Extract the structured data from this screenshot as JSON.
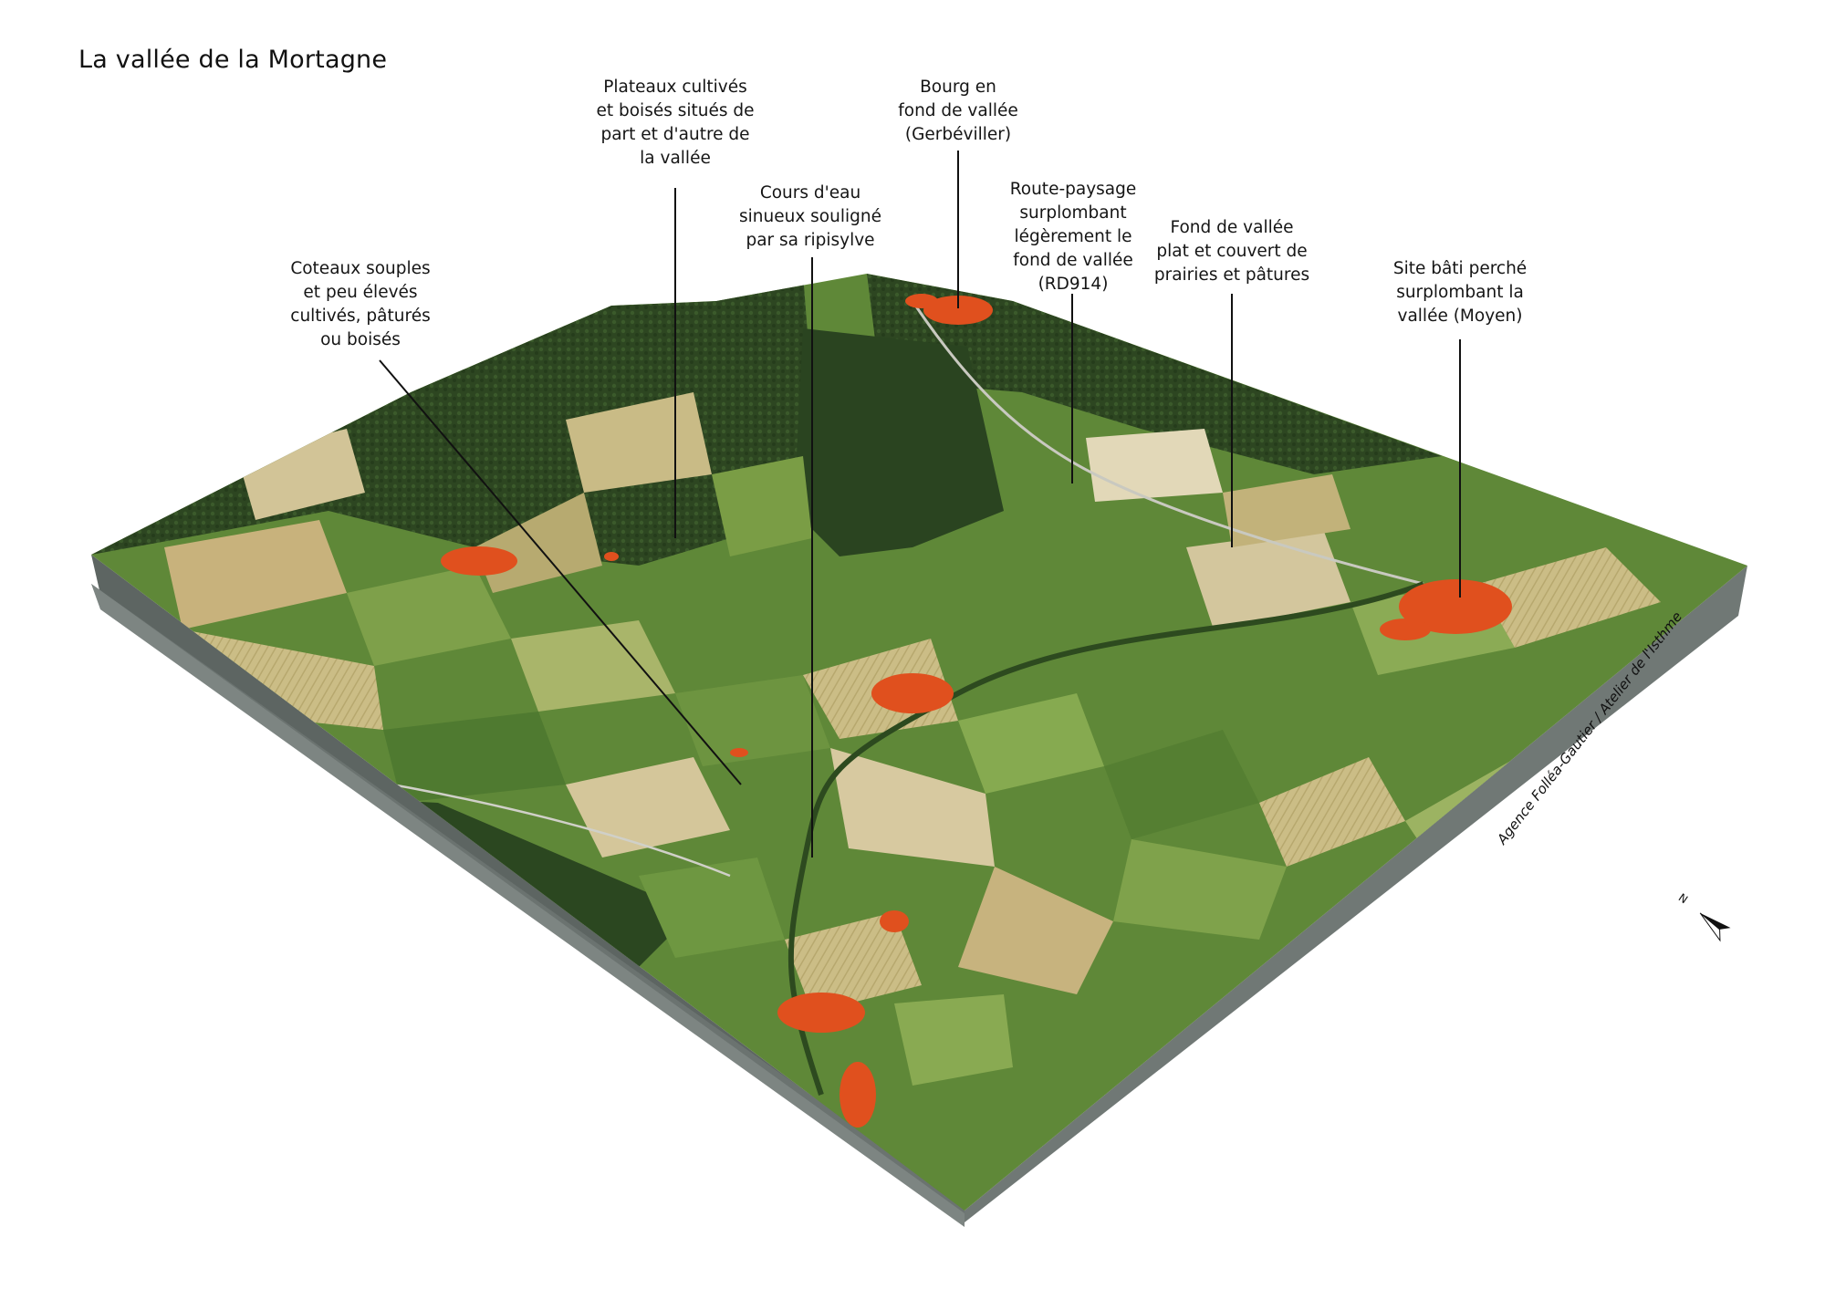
{
  "title": "La vallée de la Mortagne",
  "annotations": [
    {
      "id": "coteaux",
      "lines": [
        "Coteaux souples",
        "et peu élevés",
        "cultivés, pâturés",
        "ou boisés"
      ]
    },
    {
      "id": "plateaux",
      "lines": [
        "Plateaux cultivés",
        "et boisés situés de",
        "part et d'autre de",
        "la vallée"
      ]
    },
    {
      "id": "cours-eau",
      "lines": [
        "Cours d'eau",
        "sinueux souligné",
        "par sa ripisylve"
      ]
    },
    {
      "id": "bourg",
      "lines": [
        "Bourg en",
        "fond de vallée",
        "(Gerbéviller)"
      ]
    },
    {
      "id": "route",
      "lines": [
        "Route-paysage",
        "surplombant",
        "légèrement le",
        "fond de vallée",
        "(RD914)"
      ]
    },
    {
      "id": "fond",
      "lines": [
        "Fond de vallée",
        "plat et couvert de",
        "prairies et pâtures"
      ]
    },
    {
      "id": "site",
      "lines": [
        "Site bâti perché",
        "surplombant la",
        "vallée (Moyen)"
      ]
    }
  ],
  "credit": "Agence Folléa-Gautier / Atelier de l'Isthme",
  "north": {
    "label": "N",
    "icon": "north-arrow-icon"
  },
  "colors": {
    "forest": "#2f4a22",
    "field-green": "#5e8a38",
    "field-yellow": "#c9b77a",
    "field-beige": "#d8cfae",
    "roofs": "#e0501e",
    "base": "#6e7572",
    "leader": "#111111"
  }
}
